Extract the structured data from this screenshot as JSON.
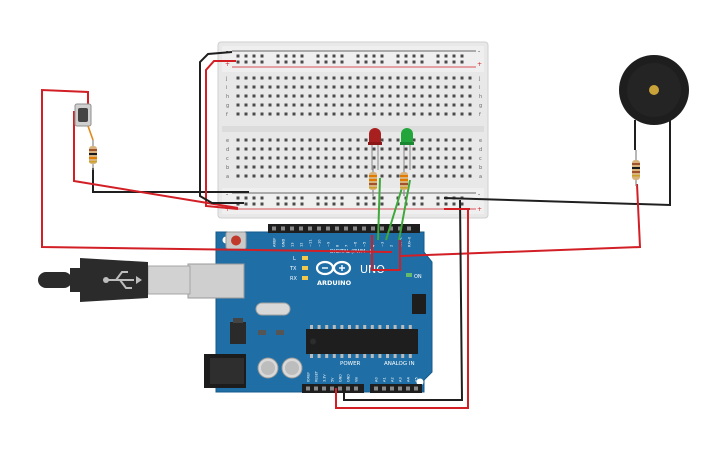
{
  "breadboard": {
    "rail_minus": "-",
    "rail_plus": "+",
    "row_letters_top": [
      "j",
      "i",
      "h",
      "g",
      "f"
    ],
    "row_letters_bottom": [
      "e",
      "d",
      "c",
      "b",
      "a"
    ],
    "column_count": 30
  },
  "arduino": {
    "logo_text": "ARDUINO",
    "model_text": "UNO",
    "digital_label": "DIGITAL (PWM~)",
    "power_label": "POWER",
    "analog_label": "ANALOG IN",
    "on_label": "ON",
    "tx_label": "TX",
    "rx_label": "RX",
    "l_label": "L",
    "top_pins": [
      "AREF",
      "GND",
      "13",
      "12",
      "~11",
      "~10",
      "~9",
      "8",
      "7",
      "~6",
      "~5",
      "4",
      "~3",
      "2",
      "TX→1",
      "RX←0"
    ],
    "power_pins": [
      "IOREF",
      "RESET",
      "3.3V",
      "5V",
      "GND",
      "GND",
      "Vin"
    ],
    "analog_pins": [
      "A0",
      "A1",
      "A2",
      "A3",
      "A4",
      "A5"
    ]
  },
  "components": {
    "leds": [
      {
        "name": "red-led",
        "color": "#b22222"
      },
      {
        "name": "green-led",
        "color": "#22a63c"
      }
    ],
    "buzzer": "piezo",
    "button": "pushbutton"
  },
  "colors": {
    "wire_red": "#d21f26",
    "wire_black": "#1f1f1f",
    "wire_green": "#3ea83a",
    "wire_orange": "#e08a1e",
    "board_blue": "#1f6fa6",
    "breadboard": "#e9e9e9"
  }
}
